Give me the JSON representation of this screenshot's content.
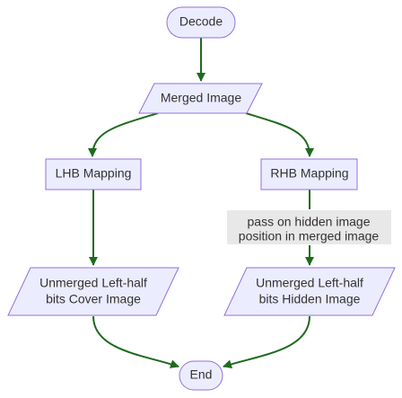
{
  "colors": {
    "node_fill": "#ECECFF",
    "node_stroke": "#9370DB",
    "edge": "#1E6B1E",
    "edge_label_bg": "#E8E8E8",
    "text": "#333333"
  },
  "nodes": {
    "decode": {
      "label": "Decode",
      "shape": "stadium"
    },
    "merged_image": {
      "label": "Merged Image",
      "shape": "parallelogram"
    },
    "lhb_mapping": {
      "label": "LHB Mapping",
      "shape": "rectangle"
    },
    "rhb_mapping": {
      "label": "RHB Mapping",
      "shape": "rectangle"
    },
    "unmerged_cover": {
      "line1": "Unmerged Left-half",
      "line2": "bits Cover Image",
      "shape": "parallelogram"
    },
    "unmerged_hidden": {
      "line1": "Unmerged Left-half",
      "line2": "bits Hidden Image",
      "shape": "parallelogram"
    },
    "end": {
      "label": "End",
      "shape": "stadium"
    }
  },
  "edges": [
    {
      "from": "Decode",
      "to": "Merged Image"
    },
    {
      "from": "Merged Image",
      "to": "LHB Mapping"
    },
    {
      "from": "Merged Image",
      "to": "RHB Mapping"
    },
    {
      "from": "LHB Mapping",
      "to": "Unmerged Left-half bits Cover Image"
    },
    {
      "from": "RHB Mapping",
      "to": "Unmerged Left-half bits Hidden Image",
      "label_line1": "pass on hidden image",
      "label_line2": "position in merged image"
    },
    {
      "from": "Unmerged Left-half bits Cover Image",
      "to": "End"
    },
    {
      "from": "Unmerged Left-half bits Hidden Image",
      "to": "End"
    }
  ]
}
